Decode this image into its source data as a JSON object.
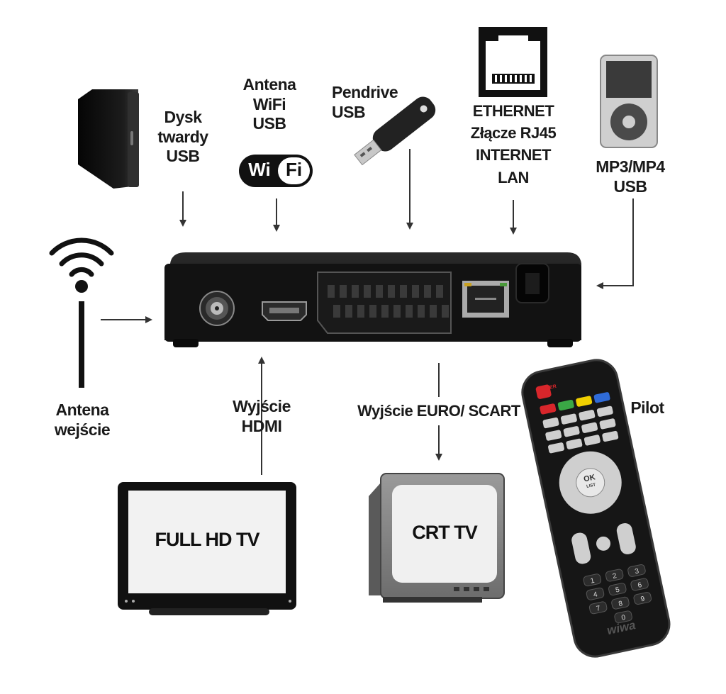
{
  "labels": {
    "hdd": "Dysk\ntwardy\nUSB",
    "wifi": "Antena\nWiFi\nUSB",
    "pendrive": "Pendrive\nUSB",
    "ethernet": "ETHERNET\nZłącze RJ45\nINTERNET\nLAN",
    "mp3": "MP3/MP4\nUSB",
    "antenna_in": "Antena\nwejście",
    "hdmi_out": "Wyjście\nHDMI",
    "scart_out": "Wyjście EURO/ SCART",
    "remote": "Pilot"
  },
  "screens": {
    "fullhd": "FULL HD TV",
    "crt": "CRT TV"
  },
  "logos": {
    "wifi_left": "Wi",
    "wifi_right": "Fi",
    "remote_brand": "wiwa"
  },
  "remote": {
    "power": "POWER",
    "ok": "OK",
    "list": "LIST",
    "keypad": [
      "1",
      "2",
      "3",
      "4",
      "5",
      "6",
      "7",
      "8",
      "9",
      "0"
    ]
  },
  "colors": {
    "device": "#111111",
    "arrow": "#333333",
    "red": "#d8262b",
    "green": "#3aa845",
    "yellow": "#f0d000",
    "blue": "#2f6bd8"
  }
}
